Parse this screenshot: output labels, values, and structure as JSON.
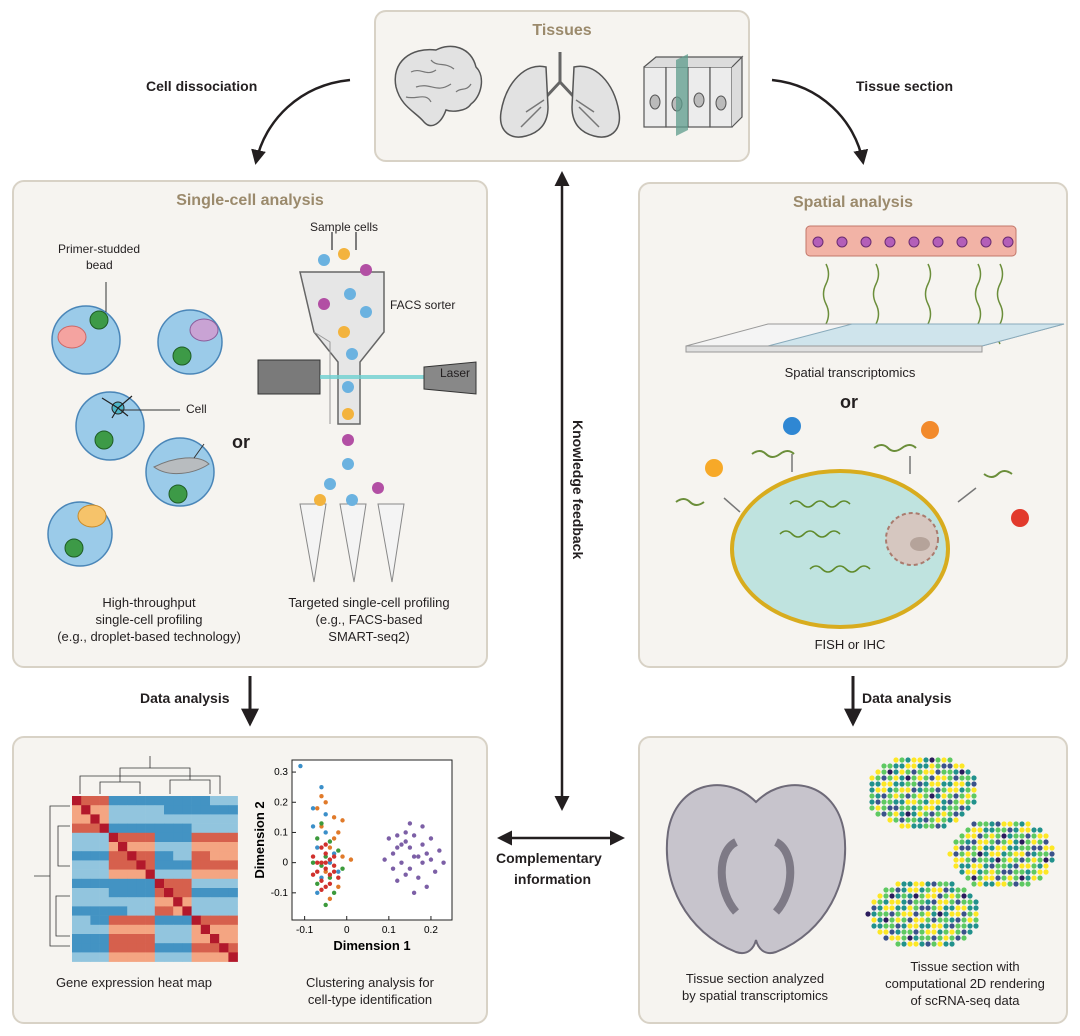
{
  "flow": {
    "cell_dissociation": "Cell dissociation",
    "tissue_section": "Tissue section",
    "data_analysis_left": "Data analysis",
    "data_analysis_right": "Data analysis",
    "knowledge_feedback": "Knowledge feedback",
    "complementary_1": "Complementary",
    "complementary_2": "information"
  },
  "tissues": {
    "title": "Tissues"
  },
  "single_cell": {
    "title": "Single-cell analysis",
    "primer_1": "Primer-studded",
    "primer_2": "bead",
    "cell": "Cell",
    "or": "or",
    "sample_cells": "Sample cells",
    "facs_sorter": "FACS sorter",
    "laser": "Laser",
    "ht_1": "High-throughput",
    "ht_2": "single-cell profiling",
    "ht_3": "(e.g., droplet-based technology)",
    "tg_1": "Targeted single-cell profiling",
    "tg_2": "(e.g., FACS-based",
    "tg_3": "SMART-seq2)"
  },
  "spatial": {
    "title": "Spatial analysis",
    "spatial_tx": "Spatial transcriptomics",
    "or": "or",
    "fish": "FISH or IHC"
  },
  "bottom_left": {
    "heatmap_label": "Gene expression heat map",
    "cluster_1": "Clustering analysis for",
    "cluster_2": "cell-type identification"
  },
  "bottom_right": {
    "tissue_1": "Tissue section analyzed",
    "tissue_2": "by spatial transcriptomics",
    "render_1": "Tissue section with",
    "render_2": "computational 2D rendering",
    "render_3": "of scRNA-seq data"
  },
  "chart_data": {
    "type": "scatter",
    "xlabel": "Dimension 1",
    "ylabel": "Dimension 2",
    "xlim": [
      -0.13,
      0.25
    ],
    "ylim": [
      -0.19,
      0.34
    ],
    "xticks": [
      "-0.1",
      "0",
      "0.1",
      "0.2"
    ],
    "xtick_values": [
      -0.1,
      0,
      0.1,
      0.2
    ],
    "yticks": [
      "-0.1",
      "0",
      "0.1",
      "0.2",
      "0.3"
    ],
    "ytick_values": [
      -0.1,
      0,
      0.1,
      0.2,
      0.3
    ],
    "series": [
      {
        "color": "#7c5fa6",
        "points": [
          [
            0.1,
            0.08
          ],
          [
            0.12,
            0.05
          ],
          [
            0.14,
            0.07
          ],
          [
            0.16,
            0.02
          ],
          [
            0.18,
            0.06
          ],
          [
            0.15,
            -0.02
          ],
          [
            0.13,
            0.0
          ],
          [
            0.17,
            -0.05
          ],
          [
            0.2,
            0.01
          ],
          [
            0.11,
            0.03
          ],
          [
            0.19,
            -0.08
          ],
          [
            0.14,
            0.1
          ],
          [
            0.22,
            0.04
          ],
          [
            0.16,
            0.09
          ],
          [
            0.12,
            -0.06
          ],
          [
            0.18,
            0.12
          ],
          [
            0.21,
            -0.03
          ],
          [
            0.15,
            0.05
          ],
          [
            0.09,
            0.01
          ],
          [
            0.17,
            0.02
          ],
          [
            0.13,
            0.06
          ],
          [
            0.2,
            0.08
          ],
          [
            0.16,
            -0.1
          ],
          [
            0.23,
            0.0
          ],
          [
            0.11,
            -0.02
          ],
          [
            0.19,
            0.03
          ],
          [
            0.14,
            -0.04
          ],
          [
            0.18,
            0.0
          ],
          [
            0.15,
            0.13
          ],
          [
            0.12,
            0.09
          ]
        ]
      },
      {
        "color": "#e07a2a",
        "points": [
          [
            -0.05,
            0.2
          ],
          [
            -0.03,
            0.15
          ],
          [
            -0.06,
            0.12
          ],
          [
            -0.02,
            0.1
          ],
          [
            -0.04,
            0.05
          ],
          [
            -0.01,
            0.02
          ],
          [
            -0.07,
            0.18
          ],
          [
            -0.03,
            0.08
          ],
          [
            0.01,
            0.01
          ],
          [
            -0.05,
            -0.03
          ],
          [
            -0.02,
            -0.08
          ],
          [
            -0.04,
            -0.12
          ],
          [
            -0.06,
            0.22
          ],
          [
            -0.01,
            0.14
          ]
        ]
      },
      {
        "color": "#3b8fc9",
        "points": [
          [
            -0.06,
            0.25
          ],
          [
            -0.08,
            0.18
          ],
          [
            -0.05,
            0.1
          ],
          [
            -0.07,
            0.05
          ],
          [
            -0.03,
            0.03
          ],
          [
            -0.06,
            -0.05
          ],
          [
            -0.04,
            0.0
          ],
          [
            -0.02,
            -0.03
          ],
          [
            -0.08,
            0.12
          ],
          [
            -0.05,
            0.16
          ],
          [
            -0.11,
            0.32
          ],
          [
            -0.07,
            -0.1
          ]
        ]
      },
      {
        "color": "#3c9a3c",
        "points": [
          [
            -0.07,
            0.08
          ],
          [
            -0.05,
            0.02
          ],
          [
            -0.04,
            -0.05
          ],
          [
            -0.06,
            -0.01
          ],
          [
            -0.03,
            -0.1
          ],
          [
            -0.08,
            0.0
          ],
          [
            -0.05,
            -0.14
          ],
          [
            -0.02,
            0.04
          ],
          [
            -0.06,
            0.13
          ],
          [
            -0.04,
            0.07
          ],
          [
            -0.07,
            -0.07
          ],
          [
            -0.01,
            -0.02
          ]
        ]
      },
      {
        "color": "#d0312d",
        "points": [
          [
            -0.06,
            0.0
          ],
          [
            -0.05,
            -0.02
          ],
          [
            -0.04,
            0.01
          ],
          [
            -0.07,
            -0.03
          ],
          [
            -0.03,
            -0.01
          ],
          [
            -0.05,
            0.03
          ],
          [
            -0.06,
            -0.06
          ],
          [
            -0.04,
            -0.04
          ],
          [
            -0.08,
            0.02
          ],
          [
            -0.05,
            -0.08
          ],
          [
            -0.03,
            0.02
          ],
          [
            -0.06,
            0.05
          ],
          [
            -0.07,
            0.0
          ],
          [
            -0.04,
            -0.07
          ],
          [
            -0.02,
            -0.05
          ],
          [
            -0.05,
            0.06
          ],
          [
            -0.08,
            -0.04
          ],
          [
            -0.06,
            -0.09
          ],
          [
            -0.03,
            -0.03
          ],
          [
            -0.05,
            0.0
          ]
        ]
      }
    ]
  }
}
